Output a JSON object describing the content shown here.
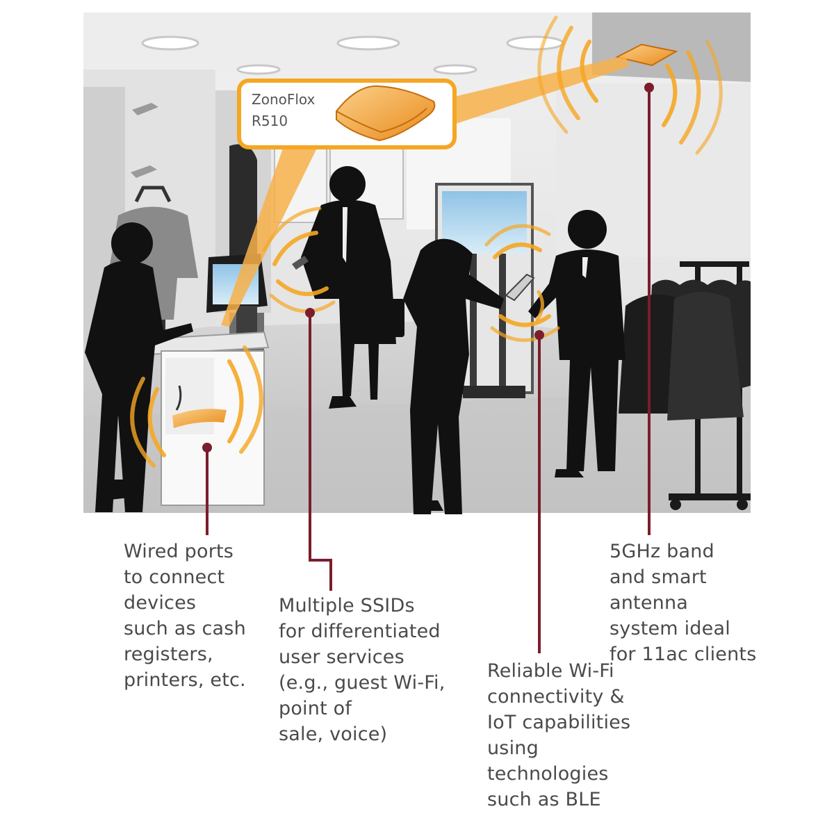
{
  "product": {
    "label": "ZonoFlox\nR510"
  },
  "callouts": {
    "wired_ports": "Wired ports\nto connect\ndevices\nsuch as cash\nregisters,\nprinters, etc.",
    "multiple_ssids": "Multiple SSIDs\nfor differentiated\nuser services\n(e.g., guest Wi-Fi,\npoint of\nsale, voice)",
    "reliable_wifi": "Reliable Wi-Fi\nconnectivity &\nIoT capabilities\nusing\ntechnologies\nsuch as BLE",
    "band_5ghz": "5GHz band\nand  smart\nantenna\nsystem ideal\nfor 11ac clients"
  },
  "colors": {
    "accent_orange": "#f5a623",
    "device_orange": "#f7b04a",
    "leader_line": "#7a1d2c",
    "silhouette": "#111111",
    "floor": "#c9c9c9",
    "wall": "#e6e6e6"
  }
}
